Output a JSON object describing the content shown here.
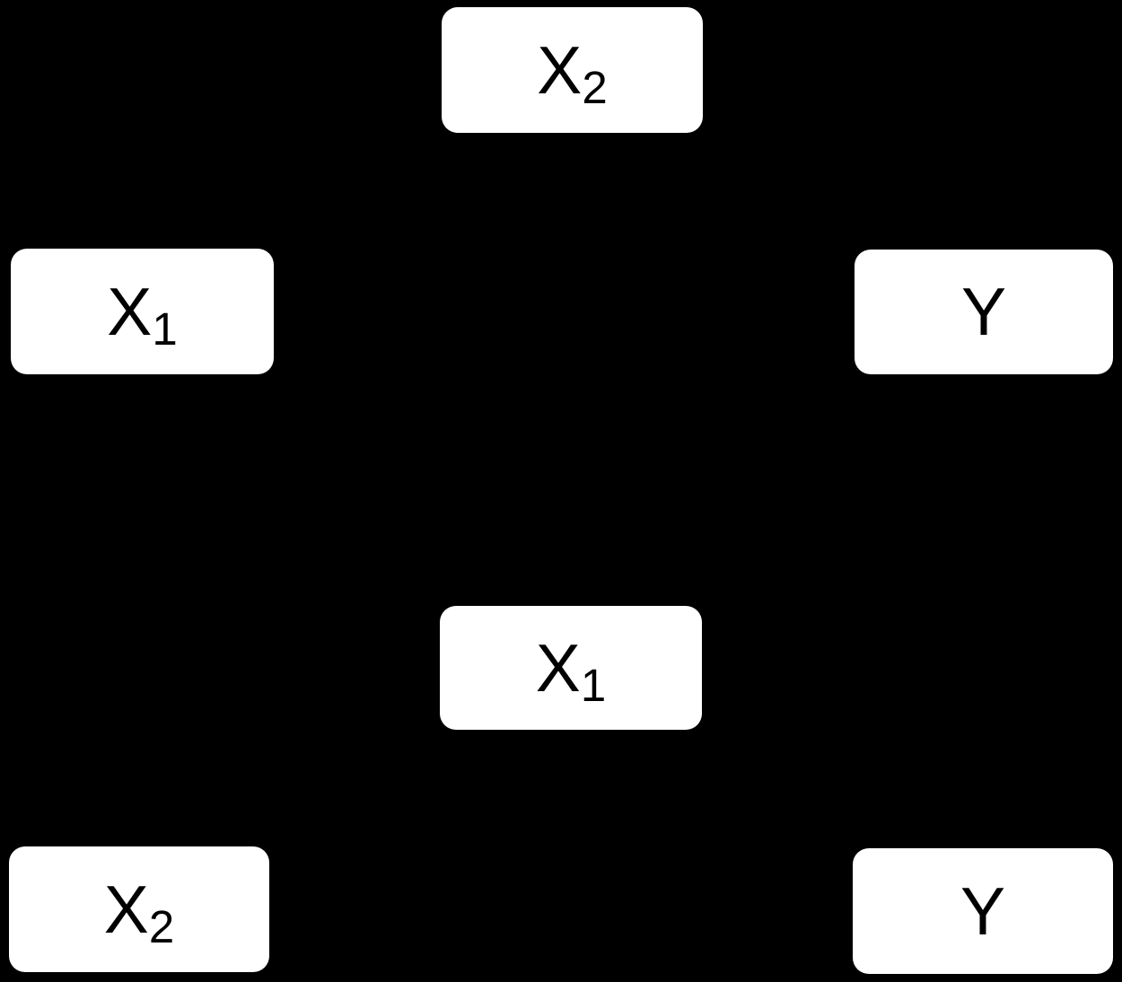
{
  "diagram": {
    "description": "Two node-box diagrams on a black background",
    "colors": {
      "background": "#000000",
      "node_fill": "#ffffff",
      "node_text": "#000000"
    },
    "top_panel": {
      "nodes": [
        {
          "id": "X2",
          "base": "X",
          "sub": "2"
        },
        {
          "id": "X1",
          "base": "X",
          "sub": "1"
        },
        {
          "id": "Y",
          "base": "Y",
          "sub": ""
        }
      ]
    },
    "bottom_panel": {
      "nodes": [
        {
          "id": "X1",
          "base": "X",
          "sub": "1"
        },
        {
          "id": "X2",
          "base": "X",
          "sub": "2"
        },
        {
          "id": "Y",
          "base": "Y",
          "sub": ""
        }
      ]
    }
  }
}
